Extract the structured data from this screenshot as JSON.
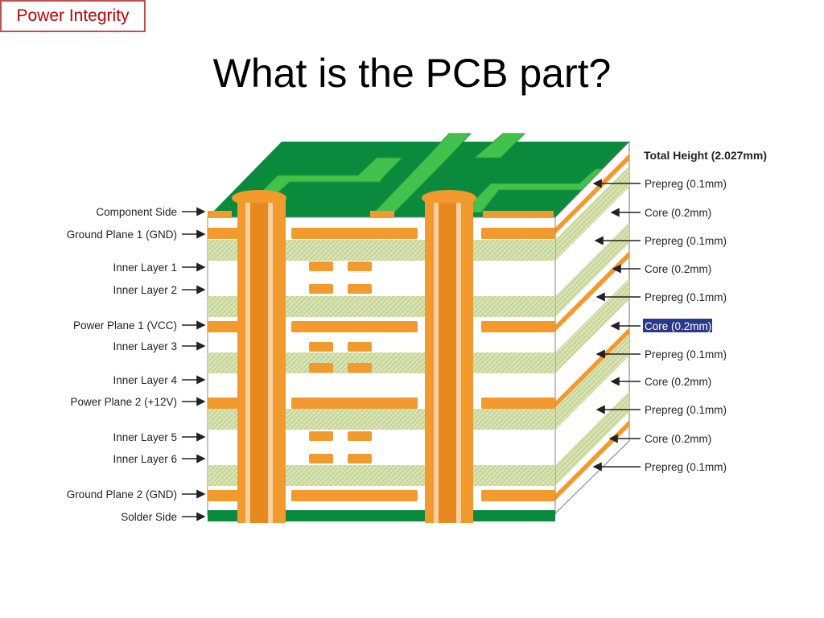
{
  "tag": {
    "label": "Power Integrity"
  },
  "title": "What is the PCB part?",
  "colors": {
    "copper": "#f29a2e",
    "board_green": "#0a8a3c",
    "trace_green": "#3fc14a",
    "prepreg_fill": "#d9e5b0",
    "accent_border": "#c0504d",
    "tag_text": "#c00000",
    "highlight": "#2a3a8a"
  },
  "diagram": {
    "left_labels": [
      "Component Side",
      "Ground Plane 1 (GND)",
      "Inner Layer 1",
      "Inner Layer 2",
      "Power Plane 1 (VCC)",
      "Inner Layer 3",
      "Inner Layer 4",
      "Power Plane 2 (+12V)",
      "Inner Layer 5",
      "Inner Layer 6",
      "Ground Plane 2 (GND)",
      "Solder Side"
    ],
    "total_height": "Total Height (2.027mm)",
    "right_labels": [
      "Prepreg (0.1mm)",
      "Core (0.2mm)",
      "Prepreg (0.1mm)",
      "Core (0.2mm)",
      "Prepreg (0.1mm)",
      "Core (0.2mm)",
      "Prepreg (0.1mm)",
      "Core (0.2mm)",
      "Prepreg (0.1mm)",
      "Core (0.2mm)",
      "Prepreg (0.1mm)"
    ],
    "highlighted_label_index": 5
  }
}
